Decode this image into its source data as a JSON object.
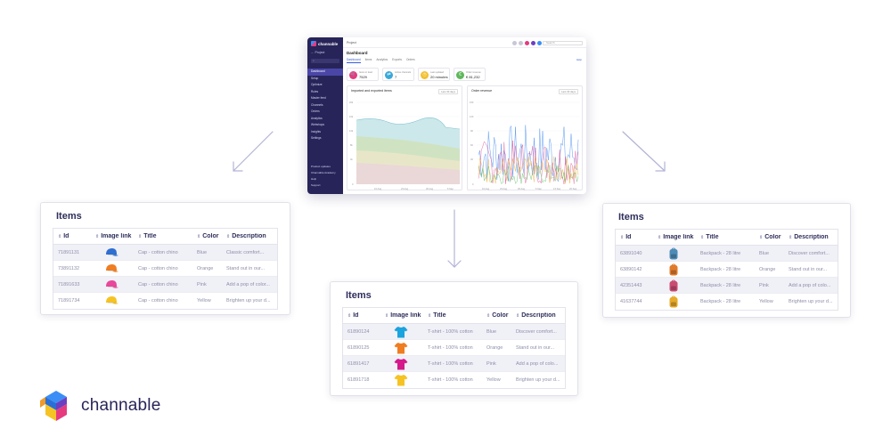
{
  "dashboard": {
    "logo_text": "channable",
    "project_label": "← Project",
    "search_placeholder": "⌕",
    "nav": [
      "Dashboard",
      "Setup",
      "Optimize",
      "Rules",
      "Master feed",
      "Channels",
      "Orders",
      "Analytics",
      "Webshops",
      "Insights",
      "Settings"
    ],
    "nav_bottom": [
      "Product updates",
      "Channable Academy",
      "Help",
      "Support"
    ],
    "crumb": "Project",
    "top_search": "Search",
    "title": "Dashboard",
    "tabs": [
      "Dashboard",
      "Items",
      "Analytics",
      "Exports",
      "Orders"
    ],
    "help_label": "Help",
    "kpis": [
      {
        "label": "Items in feed",
        "value": "7529",
        "color": "#e63a7f",
        "icon": "cart-icon"
      },
      {
        "label": "Active channels",
        "value": "7",
        "color": "#3aa8d8",
        "icon": "channel-icon"
      },
      {
        "label": "Last updated",
        "value": "20 minutes",
        "color": "#f2c12e",
        "icon": "clock-icon"
      },
      {
        "label": "Order revenue",
        "value": "€ 81,232",
        "color": "#5fb85b",
        "icon": "euro-icon"
      }
    ],
    "chart_left": {
      "title": "Imported and exported items",
      "select": "Last 30 days"
    },
    "chart_right": {
      "title": "Order revenue",
      "select": "Last 30 days"
    }
  },
  "cards": [
    {
      "title": "Items",
      "headers": [
        "Id",
        "Image link",
        "Title",
        "Color",
        "Description"
      ],
      "rows": [
        {
          "id": "71891131",
          "title": "Cap - cotton chino",
          "color": "Blue",
          "desc": "Classic comfort...",
          "img": "cap-icon",
          "img_color": "#2f6fcf"
        },
        {
          "id": "73891132",
          "title": "Cap - cotton chino",
          "color": "Orange",
          "desc": "Stand out in our...",
          "img": "cap-icon",
          "img_color": "#ef7d22"
        },
        {
          "id": "71891633",
          "title": "Cap - cotton chino",
          "color": "Pink",
          "desc": "Add a pop of color...",
          "img": "cap-icon",
          "img_color": "#e8479a"
        },
        {
          "id": "71891734",
          "title": "Cap - cotton chino",
          "color": "Yellow",
          "desc": "Brighten up your d...",
          "img": "cap-icon",
          "img_color": "#f5c323"
        }
      ]
    },
    {
      "title": "Items",
      "headers": [
        "Id",
        "Image link",
        "Title",
        "Color",
        "Description"
      ],
      "rows": [
        {
          "id": "61890124",
          "title": "T-shirt - 100% cotton",
          "color": "Blue",
          "desc": "Discover comfort...",
          "img": "tshirt-icon",
          "img_color": "#1aa3dd"
        },
        {
          "id": "61890125",
          "title": "T-shirt - 100% cotton",
          "color": "Orange",
          "desc": "Stand out in our...",
          "img": "tshirt-icon",
          "img_color": "#ef7d22"
        },
        {
          "id": "61891417",
          "title": "T-shirt - 100% cotton",
          "color": "Pink",
          "desc": "Add a pop of colo...",
          "img": "tshirt-icon",
          "img_color": "#d5198a"
        },
        {
          "id": "61891718",
          "title": "T-shirt - 100% cotton",
          "color": "Yellow",
          "desc": "Brighten up your d...",
          "img": "tshirt-icon",
          "img_color": "#f5c323"
        }
      ]
    },
    {
      "title": "Items",
      "headers": [
        "Id",
        "Image link",
        "Title",
        "Color",
        "Description"
      ],
      "rows": [
        {
          "id": "63891040",
          "title": "Backpack - 28 litre",
          "color": "Blue",
          "desc": "Discover comfort...",
          "img": "backpack-icon",
          "img_color": "#4d8bb7"
        },
        {
          "id": "63890142",
          "title": "Backpack - 28 litre",
          "color": "Orange",
          "desc": "Stand out in our...",
          "img": "backpack-icon",
          "img_color": "#e07b2c"
        },
        {
          "id": "42351443",
          "title": "Backpack - 28 litre",
          "color": "Pink",
          "desc": "Add a pop of colo...",
          "img": "backpack-icon",
          "img_color": "#c94b72"
        },
        {
          "id": "41637744",
          "title": "Backpack - 28 litre",
          "color": "Yellow",
          "desc": "Brighten up your d...",
          "img": "backpack-icon",
          "img_color": "#e6a92a"
        }
      ]
    }
  ],
  "brand": {
    "name": "channable",
    "colors": [
      "#3a8ef6",
      "#e63a7f",
      "#f5c323",
      "#6b3fc0"
    ]
  }
}
